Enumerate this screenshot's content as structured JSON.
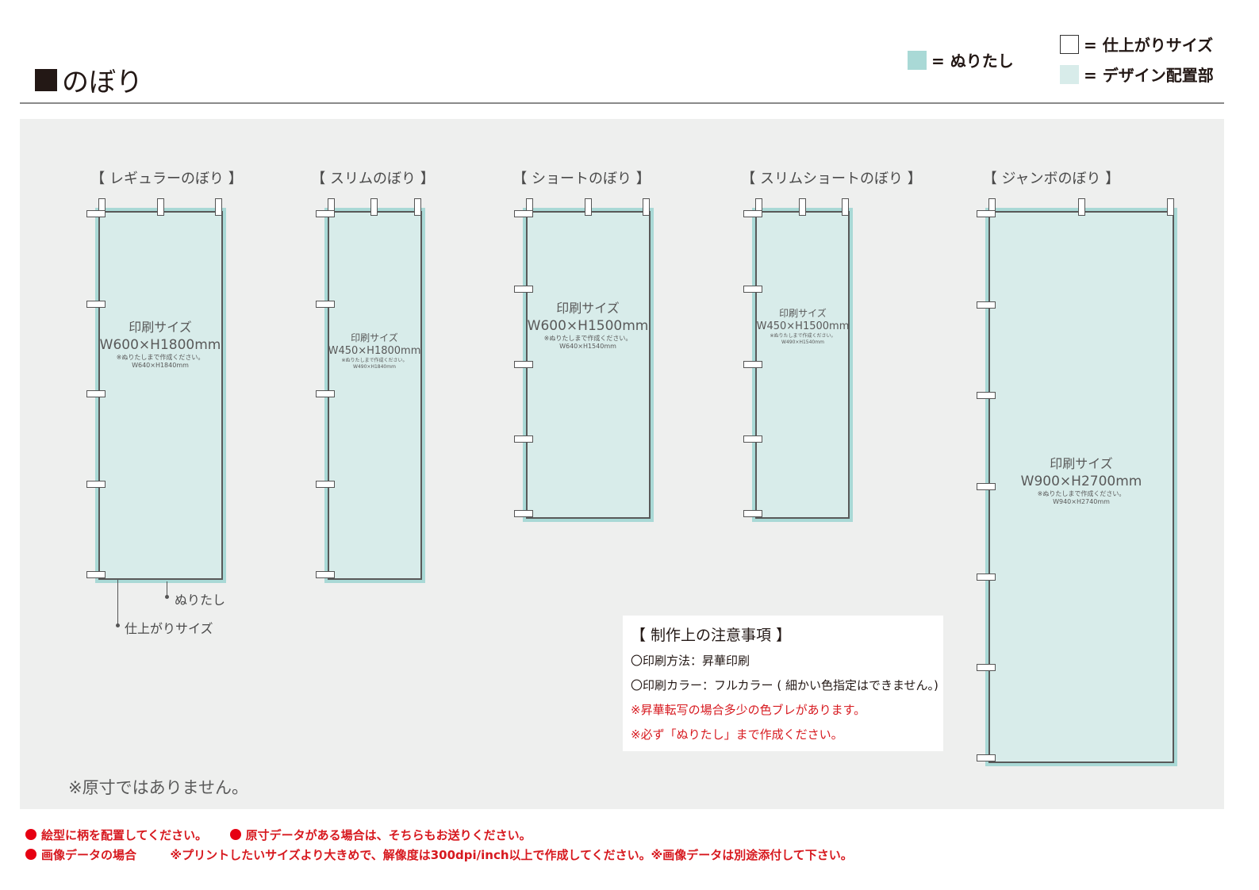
{
  "header": {
    "title": "のぼり"
  },
  "legend": {
    "bleed": "= ぬりたし",
    "finished_size": "= 仕上がりサイズ",
    "design_area": "= デザイン配置部",
    "colors": {
      "bleed": "#a9d9d6",
      "design": "#d8ecea"
    }
  },
  "flags": [
    {
      "title": "【 レギュラーのぼり 】",
      "label": "印刷サイズ",
      "size": "W600×H1800mm",
      "note": "※ぬりたしまで作成ください。",
      "bleed_size": "W640×H1840mm"
    },
    {
      "title": "【 スリムのぼり 】",
      "label": "印刷サイズ",
      "size": "W450×H1800mm",
      "note": "※ぬりたしまで作成ください。",
      "bleed_size": "W490×H1840mm"
    },
    {
      "title": "【 ショートのぼり 】",
      "label": "印刷サイズ",
      "size": "W600×H1500mm",
      "note": "※ぬりたしまで作成ください。",
      "bleed_size": "W640×H1540mm"
    },
    {
      "title": "【 スリムショートのぼり 】",
      "label": "印刷サイズ",
      "size": "W450×H1500mm",
      "note": "※ぬりたしまで作成ください。",
      "bleed_size": "W490×H1540mm"
    },
    {
      "title": "【 ジャンボのぼり 】",
      "label": "印刷サイズ",
      "size": "W900×H2700mm",
      "note": "※ぬりたしまで作成ください。",
      "bleed_size": "W940×H2740mm"
    }
  ],
  "callouts": {
    "bleed": "ぬりたし",
    "finished": "仕上がりサイズ"
  },
  "notes": {
    "title": "【 制作上の注意事項 】",
    "lines": [
      "〇印刷方法：昇華印刷",
      "〇印刷カラー：フルカラー ( 細かい色指定はできません。)",
      "※昇華転写の場合多少の色ブレがあります。",
      "※必ず「ぬりたし」まで作成ください。"
    ]
  },
  "not_actual_size": "※原寸ではありません。",
  "footer": {
    "item1": "絵型に柄を配置してください。",
    "item2": "原寸データがある場合は、そちらもお送りください。",
    "item3_head": "画像データの場合",
    "item3_body": "※プリントしたいサイズより大きめで、解像度は300dpi/inch以上で作成してください。※画像データは別途添付して下さい。"
  }
}
